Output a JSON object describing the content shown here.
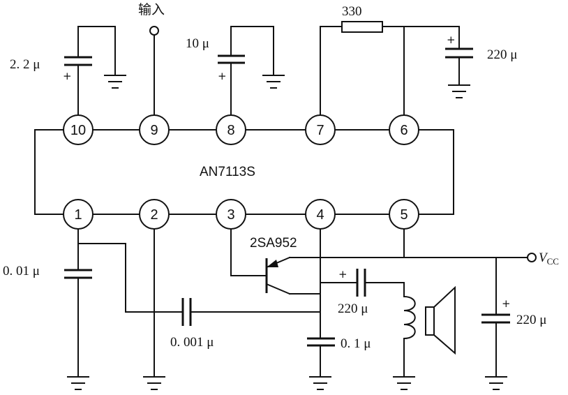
{
  "ic": {
    "name": "AN7113S",
    "pins_top": [
      "10",
      "9",
      "8",
      "7",
      "6"
    ],
    "pins_bottom": [
      "1",
      "2",
      "3",
      "4",
      "5"
    ]
  },
  "labels": {
    "input": "输入",
    "vcc_main": "V",
    "vcc_sub": "CC",
    "c_pin10": "2. 2 μ",
    "c_pin8": "10 μ",
    "r_feedback": "330",
    "c_pin6": "220 μ",
    "c_pin1": "0. 01 μ",
    "c_couple": "0. 001 μ",
    "transistor": "2SA952",
    "c_output": "220 μ",
    "c_pin4": "0. 1 μ",
    "c_vcc": "220 μ",
    "plus": "+"
  }
}
